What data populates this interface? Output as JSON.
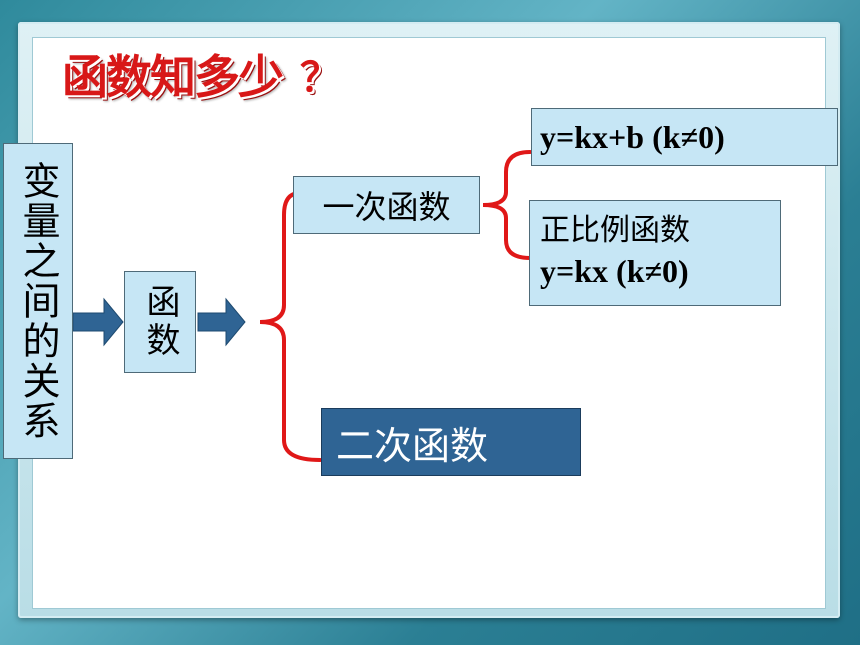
{
  "title": {
    "text": "函数知多少",
    "question_mark": "？"
  },
  "boxes": {
    "relation": "变量之间的关系",
    "function": "函数",
    "linear": "一次函数",
    "linear_general": "y=kx+b (k≠0)",
    "proportional_label": "正比例函数",
    "proportional_formula": "y=kx (k≠0)",
    "quadratic": "二次函数"
  },
  "colors": {
    "brace": "#e01818",
    "arrow": "#2f6494",
    "box_fill": "#c6e6f5",
    "dark_box": "#2f6494",
    "title": "#d81818"
  }
}
